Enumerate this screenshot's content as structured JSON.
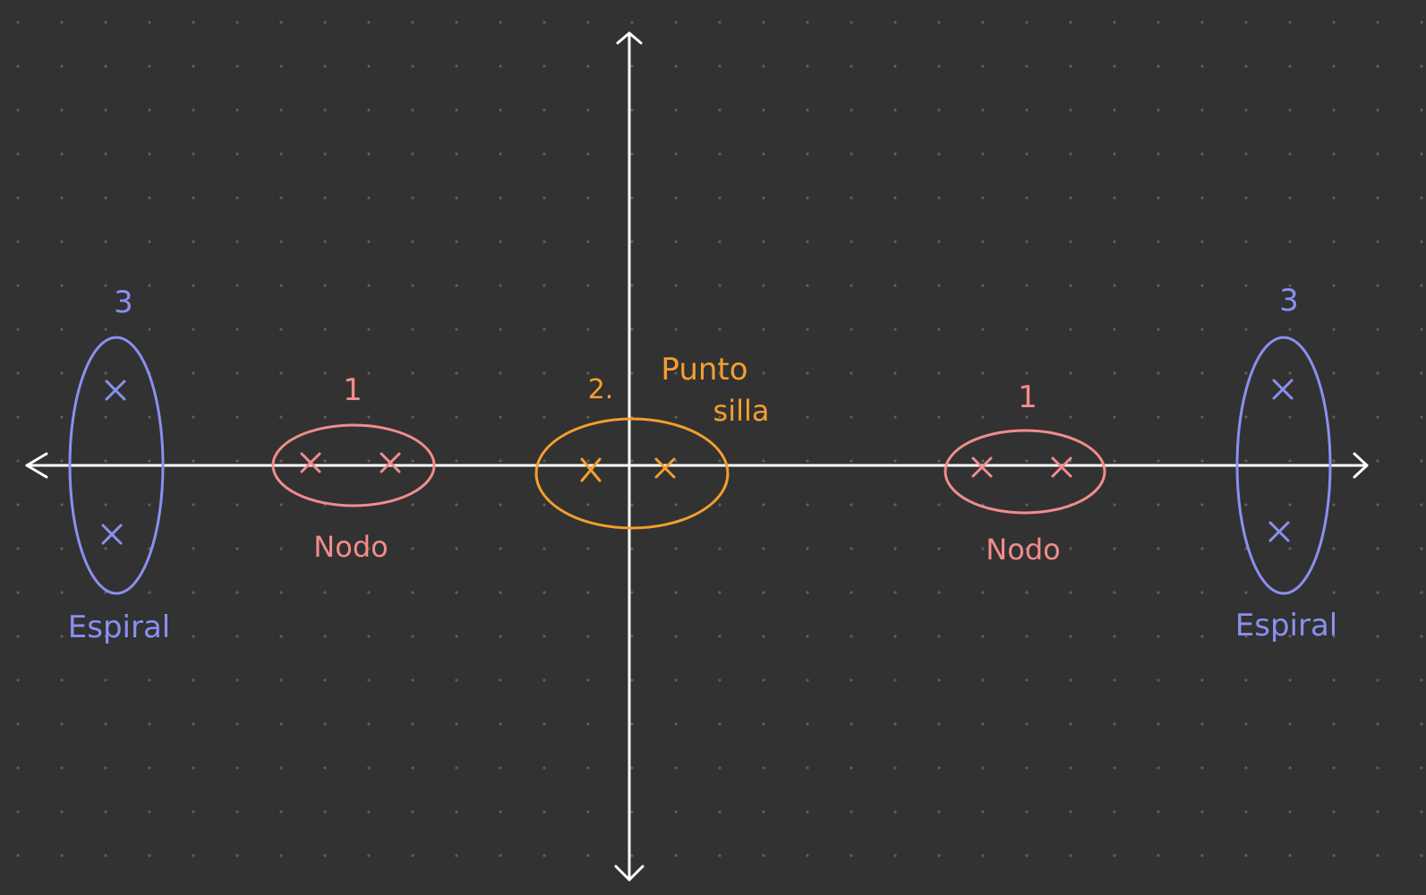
{
  "colors": {
    "background": "#323232",
    "grid_dot": "#5e5e5e",
    "axes": "#ffffff",
    "nodo": "#f28c8c",
    "punto_silla": "#f59e2f",
    "espiral": "#8a90f0"
  },
  "icons": {
    "pole_marker": "cross-icon"
  },
  "groups": {
    "espiral_left": {
      "number": "3",
      "label": "Espiral"
    },
    "nodo_left": {
      "number": "1",
      "label": "Nodo"
    },
    "punto_silla": {
      "number": "2.",
      "label_line1": "Punto",
      "label_line2": "silla"
    },
    "nodo_right": {
      "number": "1",
      "label": "Nodo"
    },
    "espiral_right": {
      "number": "3",
      "label": "Espiral"
    }
  }
}
